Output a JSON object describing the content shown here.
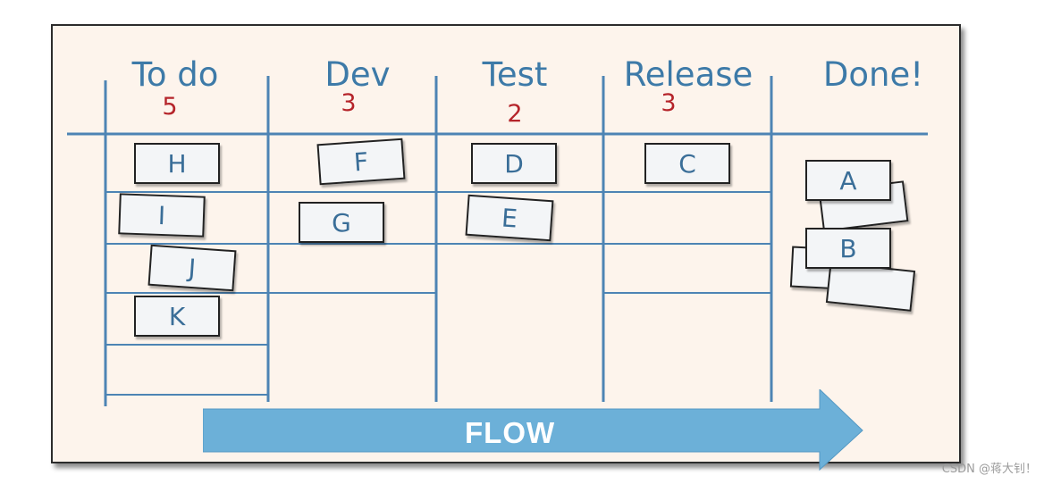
{
  "columns": [
    {
      "title": "To do",
      "wip": "5"
    },
    {
      "title": "Dev",
      "wip": "3"
    },
    {
      "title": "Test",
      "wip": "2"
    },
    {
      "title": "Release",
      "wip": "3"
    },
    {
      "title": "Done!",
      "wip": ""
    }
  ],
  "cards": {
    "todo": [
      "H",
      "I",
      "J",
      "K"
    ],
    "dev": [
      "F",
      "G"
    ],
    "test": [
      "D",
      "E"
    ],
    "release": [
      "C"
    ],
    "done": [
      "A",
      "B"
    ]
  },
  "flow_label": "FLOW",
  "watermark": "CSDN @蒋大钊！",
  "colors": {
    "board": "#fdf4ec",
    "line": "#4d84b4",
    "title": "#3d7aa8",
    "wip": "#b5242a",
    "arrow": "#6cb0d8"
  }
}
